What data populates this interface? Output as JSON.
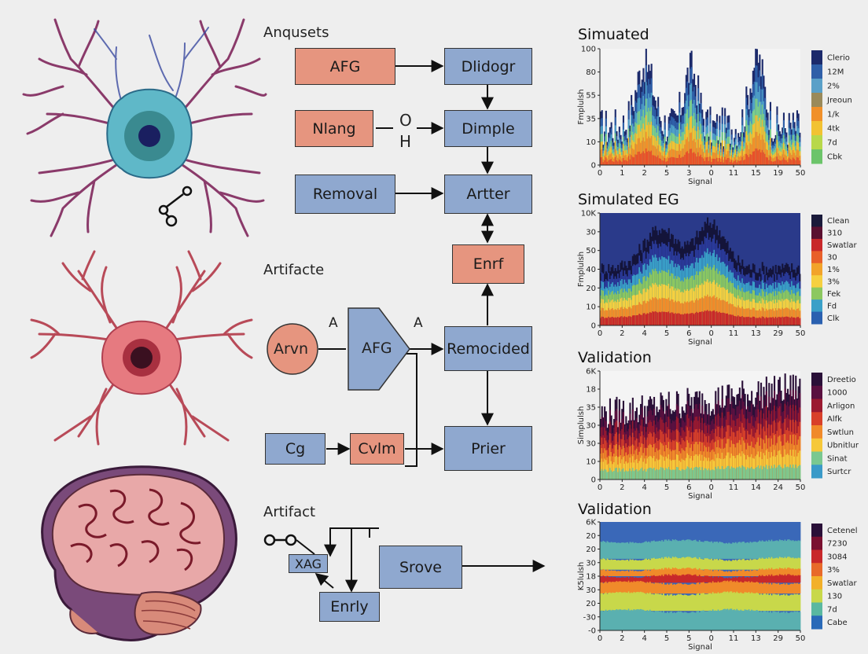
{
  "flow": {
    "section_labels": [
      "Anqusets",
      "Artifacte",
      "Artifact"
    ],
    "boxes": {
      "afg_top": "AFG",
      "dlidogr": "Dlidogr",
      "nlang": "Nlang",
      "dimple": "Dimple",
      "removal": "Removal",
      "artter": "Artter",
      "enrf": "Enrf",
      "afg_mid": "AFG",
      "remocided": "Remocided",
      "cg": "Cg",
      "cvlm": "Cvlm",
      "prier": "Prier",
      "xag": "XAG",
      "srove": "Srove",
      "enrly": "Enrly"
    },
    "circle_node": "Arvn",
    "a_marks": [
      "A",
      "A"
    ],
    "oh_top": "O",
    "oh_bottom": "H"
  },
  "charts": [
    {
      "title": "Simuated",
      "ylabel": "Fmplulsh",
      "xlabel": "Signal",
      "yticks": [
        "100",
        "80",
        "55",
        "35",
        "10",
        "0"
      ],
      "xticks": [
        "0",
        "1",
        "2",
        "5",
        "3",
        "0",
        "11",
        "15",
        "19",
        "50"
      ],
      "legend": [
        "Clerio",
        "12M",
        "2%",
        "Jreoun",
        "1/k",
        "4tk",
        "7d",
        "Cbk"
      ],
      "legend_colors": [
        "#1c2a6b",
        "#2f5fa8",
        "#5aa0c8",
        "#9a8a5a",
        "#f0902a",
        "#f2c232",
        "#b8d84a",
        "#6cc46a"
      ]
    },
    {
      "title": "Simulated EG",
      "ylabel": "Fmplulsh",
      "xlabel": "Signal",
      "yticks": [
        "10K",
        "30",
        "50",
        "40",
        "20",
        "10",
        "0"
      ],
      "xticks": [
        "0",
        "2",
        "4",
        "5",
        "6",
        "0",
        "11",
        "13",
        "29",
        "50"
      ],
      "legend": [
        "Clean",
        "310",
        "Swatlar",
        "30",
        "1%",
        "3%",
        "Fek",
        "Fd",
        "Clk"
      ],
      "legend_colors": [
        "#1a1a3a",
        "#5a1030",
        "#c8282a",
        "#e8602a",
        "#f2a32a",
        "#f6d040",
        "#8cc860",
        "#3aa0c8",
        "#2a60b0"
      ]
    },
    {
      "title": "Validation",
      "ylabel": "Simplulsh",
      "xlabel": "Signal",
      "yticks": [
        "6K",
        "18",
        "35",
        "30",
        "30",
        "10",
        "0"
      ],
      "xticks": [
        "0",
        "2",
        "4",
        "5",
        "6",
        "0",
        "11",
        "14",
        "24",
        "50"
      ],
      "legend": [
        "Dreetio",
        "1000",
        "Arligon",
        "Alfk",
        "Swtlun",
        "Ubnitlur",
        "Sinat",
        "Surtcr"
      ],
      "legend_colors": [
        "#2a1038",
        "#5a1040",
        "#9a1a30",
        "#d8402a",
        "#f08a2a",
        "#f6c83a",
        "#7ac890",
        "#3a9ac8"
      ]
    },
    {
      "title": "Validation",
      "ylabel": "K5lulsh",
      "xlabel": "Signal",
      "yticks": [
        "6K",
        "20",
        "20",
        "30",
        "18",
        "30",
        "20",
        "-30",
        "-0"
      ],
      "xticks": [
        "0",
        "2",
        "4",
        "5",
        "5",
        "0",
        "11",
        "13",
        "29",
        "50"
      ],
      "legend": [
        "Cetenel",
        "7230",
        "3084",
        "3%",
        "Swatlar",
        "130",
        "7d",
        "Cabe"
      ],
      "legend_colors": [
        "#2a1038",
        "#7a1030",
        "#c8282a",
        "#e86a2a",
        "#f2b02a",
        "#c8d84a",
        "#5ab8a0",
        "#2a6ab8"
      ]
    }
  ]
}
